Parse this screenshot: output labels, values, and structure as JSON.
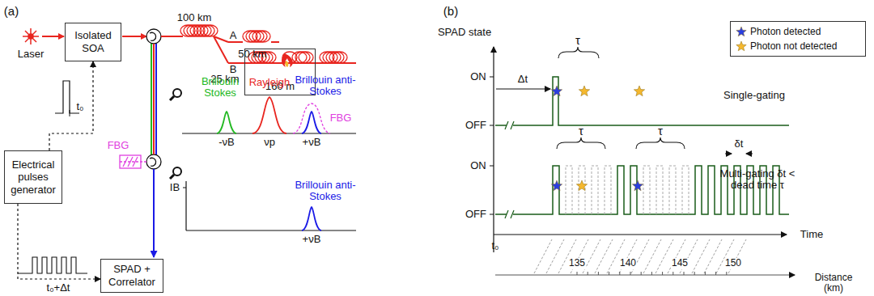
{
  "diagram": {
    "nodes": [
      {
        "text": [
          "Isolated SOA"
        ]
      },
      {
        "text": [
          "Electrical pulses generator"
        ]
      },
      {
        "text": [
          "SPAD + Correlator"
        ]
      },
      {
        "text": [
          "160 m"
        ]
      }
    ],
    "edges": [
      {
        "from": 1,
        "to": 0,
        "arrow": "to"
      },
      {
        "from": 1,
        "to": 2,
        "arrow": "to"
      }
    ],
    "labels": [
      "(a)",
      "Laser",
      "t₀",
      "t₀+Δt",
      "100 km",
      "A",
      "50 km",
      "B",
      "25 km",
      "FBG",
      "Brillouin Stokes",
      "Rayleigh",
      "Brillouin anti-Stokes",
      "-νB",
      "νp",
      "+νB",
      "FBG",
      "IB",
      "Brillouin anti-Stokes",
      "+νB",
      "(b)",
      "SPAD state",
      "ON",
      "OFF",
      "ON",
      "OFF",
      "τ",
      "Δt",
      "Single-gating",
      "τ",
      "τ",
      "δt",
      "Multi-gating δt < dead time τ",
      "t₀",
      "Time",
      "135",
      "140",
      "145",
      "150",
      "Distance (km)"
    ],
    "legend": [
      {
        "text": "Photon detected"
      },
      {
        "text": "Photon not detected"
      }
    ]
  }
}
